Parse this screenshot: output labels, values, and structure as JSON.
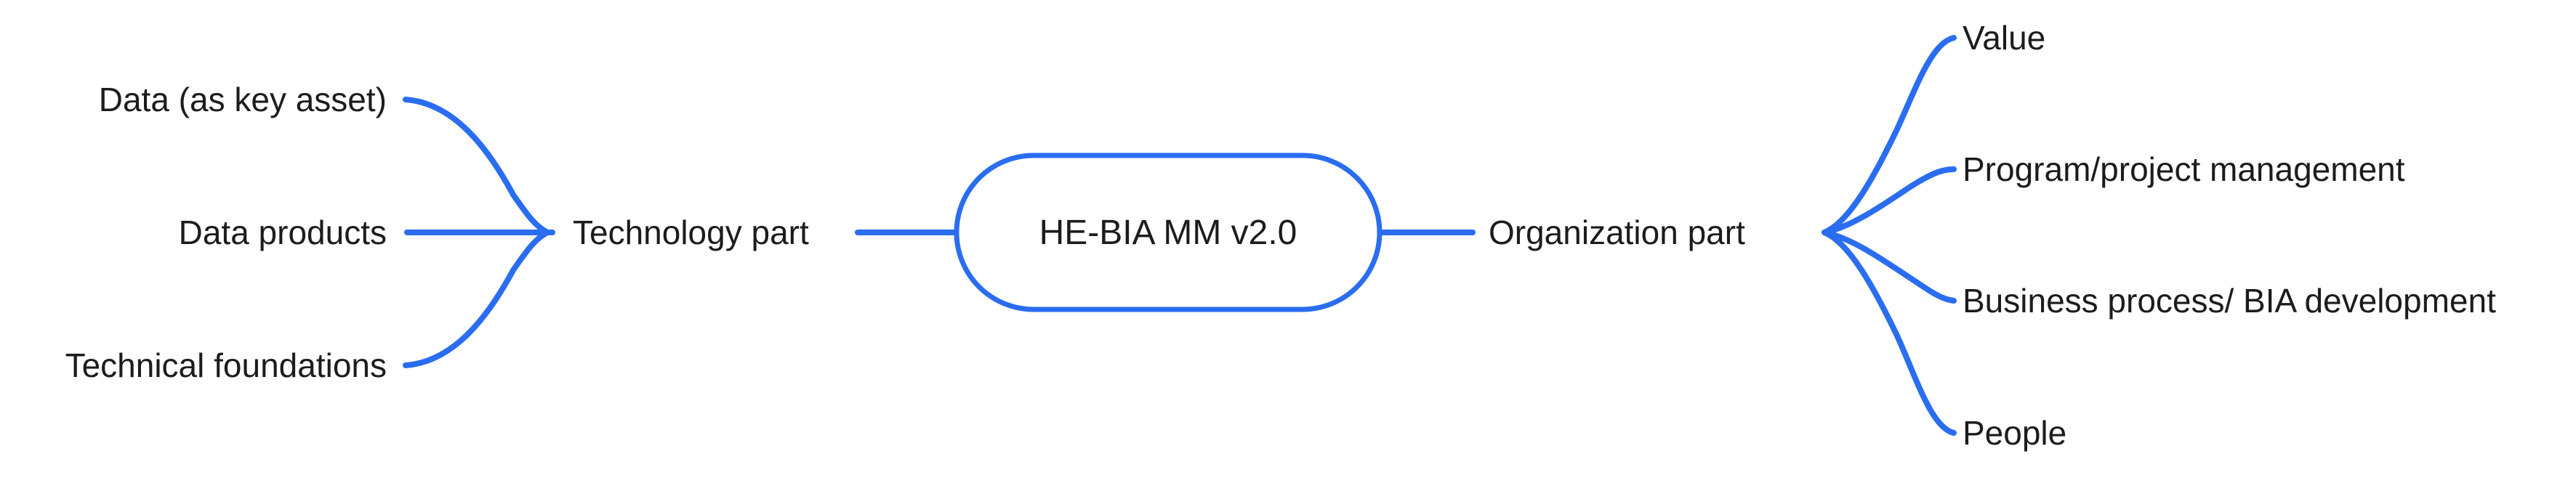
{
  "root": {
    "label": "HE-BIA MM v2.0"
  },
  "branches": {
    "technology": {
      "label": "Technology part",
      "children": [
        {
          "label": "Data (as key asset)"
        },
        {
          "label": "Data products"
        },
        {
          "label": "Technical foundations"
        }
      ]
    },
    "organization": {
      "label": "Organization part",
      "children": [
        {
          "label": "Value"
        },
        {
          "label": "Program/project management"
        },
        {
          "label": "Business process/ BIA development"
        },
        {
          "label": "People"
        }
      ]
    }
  },
  "colors": {
    "connector": "#2a6df0",
    "node_border": "#2a6df0",
    "node_fill": "#ffffff",
    "text": "#1c1c1e",
    "background": "#ffffff"
  }
}
